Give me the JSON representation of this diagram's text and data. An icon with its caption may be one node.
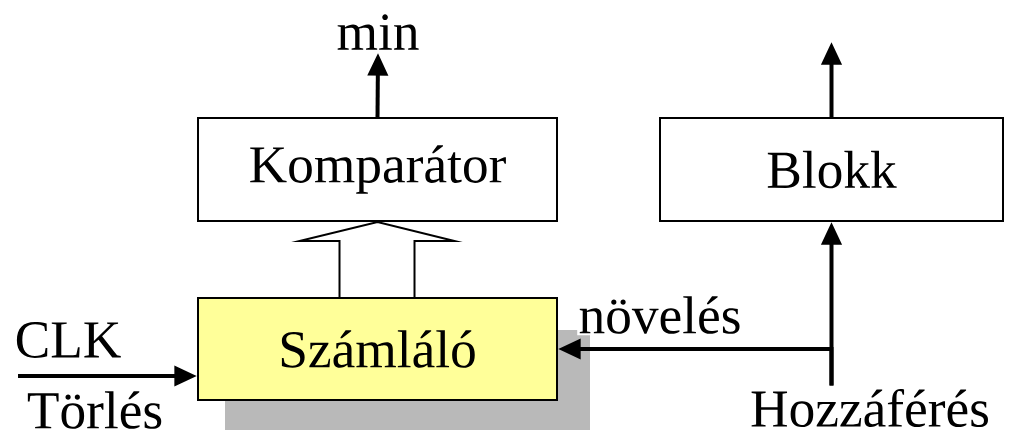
{
  "diagram": {
    "nodes": [
      {
        "text": [
          "Komparátor"
        ]
      },
      {
        "text": [
          "Blokk"
        ]
      },
      {
        "text": [
          "Számláló"
        ]
      },
      {
        "text": [
          "min"
        ]
      },
      {
        "text": [
          "Hozzáférés"
        ]
      }
    ],
    "edges": [
      {
        "from": 0,
        "to": 3,
        "arrow": "to"
      },
      {
        "from": 2,
        "to": 0,
        "arrow": "to",
        "style": "thick"
      },
      {
        "from": 1,
        "to": null,
        "arrow": "to"
      },
      {
        "from": 4,
        "to": 1,
        "arrow": "to"
      },
      {
        "from": 4,
        "to": 2,
        "arrow": "to",
        "label": "növelés"
      },
      {
        "from": null,
        "to": 2,
        "arrow": "to",
        "label": "CLK"
      }
    ],
    "labels": [
      "Törlés"
    ]
  }
}
